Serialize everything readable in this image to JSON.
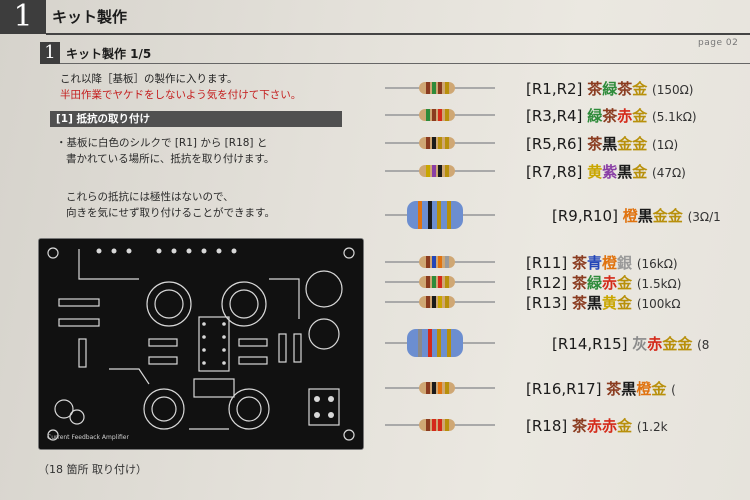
{
  "chapter": {
    "number": "1",
    "title": "キット製作"
  },
  "section": {
    "number": "1",
    "title": "キット製作 1/5"
  },
  "page_label": "page 02",
  "intro": {
    "line1": "これ以降［基板］の製作に入ります。",
    "line2": "半田作業でヤケドをしないよう気を付けて下さい。"
  },
  "step": {
    "title": "[1] 抵抗の取り付け",
    "desc_line1": "・基板に白色のシルクで [R1] から [R18] と",
    "desc_line2": "書かれている場所に、抵抗を取り付けます。",
    "note_line1": "これらの抵抗には極性はないので、",
    "note_line2": "向きを気にせず取り付けることができます。"
  },
  "caption": "（18 箇所 取り付け）",
  "board_silk": "Current Feedback Amplifier",
  "colors": {
    "black": "#1a1a1a",
    "brown": "#8a3b1f",
    "red": "#d42a1a",
    "orange": "#e07310",
    "yellow": "#c9a600",
    "green": "#2e8b3a",
    "blue": "#2346b8",
    "violet": "#8a3fa6",
    "grey": "#8a8a8a",
    "gold": "#b8900b",
    "silver": "#9a9a9a"
  },
  "resistors": [
    {
      "ref": "[R1,R2]",
      "bands": [
        {
          "text": "茶",
          "color": "brown"
        },
        {
          "text": "緑",
          "color": "green"
        },
        {
          "text": "茶",
          "color": "brown"
        },
        {
          "text": "金",
          "color": "gold"
        }
      ],
      "value": "(150Ω)"
    },
    {
      "ref": "[R3,R4]",
      "bands": [
        {
          "text": "緑",
          "color": "green"
        },
        {
          "text": "茶",
          "color": "brown"
        },
        {
          "text": "赤",
          "color": "red"
        },
        {
          "text": "金",
          "color": "gold"
        }
      ],
      "value": "(5.1kΩ)"
    },
    {
      "ref": "[R5,R6]",
      "bands": [
        {
          "text": "茶",
          "color": "brown"
        },
        {
          "text": "黒",
          "color": "black"
        },
        {
          "text": "金",
          "color": "gold"
        },
        {
          "text": "金",
          "color": "gold"
        }
      ],
      "value": "(1Ω)"
    },
    {
      "ref": "[R7,R8]",
      "bands": [
        {
          "text": "黄",
          "color": "yellow"
        },
        {
          "text": "紫",
          "color": "violet"
        },
        {
          "text": "黒",
          "color": "black"
        },
        {
          "text": "金",
          "color": "gold"
        }
      ],
      "value": "(47Ω)"
    },
    {
      "ref": "[R9,R10]",
      "bands": [
        {
          "text": "橙",
          "color": "orange"
        },
        {
          "text": "黒",
          "color": "black"
        },
        {
          "text": "金",
          "color": "gold"
        },
        {
          "text": "金",
          "color": "gold"
        }
      ],
      "value": "(3Ω/1"
    },
    {
      "ref": "[R11]",
      "bands": [
        {
          "text": "茶",
          "color": "brown"
        },
        {
          "text": "青",
          "color": "blue"
        },
        {
          "text": "橙",
          "color": "orange"
        },
        {
          "text": "銀",
          "color": "silver"
        }
      ],
      "value": "(16kΩ)"
    },
    {
      "ref": "[R12]",
      "bands": [
        {
          "text": "茶",
          "color": "brown"
        },
        {
          "text": "緑",
          "color": "green"
        },
        {
          "text": "赤",
          "color": "red"
        },
        {
          "text": "金",
          "color": "gold"
        }
      ],
      "value": "(1.5kΩ)"
    },
    {
      "ref": "[R13]",
      "bands": [
        {
          "text": "茶",
          "color": "brown"
        },
        {
          "text": "黒",
          "color": "black"
        },
        {
          "text": "黄",
          "color": "yellow"
        },
        {
          "text": "金",
          "color": "gold"
        }
      ],
      "value": "(100kΩ"
    },
    {
      "ref": "[R14,R15]",
      "bands": [
        {
          "text": "灰",
          "color": "grey"
        },
        {
          "text": "赤",
          "color": "red"
        },
        {
          "text": "金",
          "color": "gold"
        },
        {
          "text": "金",
          "color": "gold"
        }
      ],
      "value": "(8"
    },
    {
      "ref": "[R16,R17]",
      "bands": [
        {
          "text": "茶",
          "color": "brown"
        },
        {
          "text": "黒",
          "color": "black"
        },
        {
          "text": "橙",
          "color": "orange"
        },
        {
          "text": "金",
          "color": "gold"
        }
      ],
      "value": "("
    },
    {
      "ref": "[R18]",
      "bands": [
        {
          "text": "茶",
          "color": "brown"
        },
        {
          "text": "赤",
          "color": "red"
        },
        {
          "text": "赤",
          "color": "red"
        },
        {
          "text": "金",
          "color": "gold"
        }
      ],
      "value": "(1.2k"
    }
  ]
}
